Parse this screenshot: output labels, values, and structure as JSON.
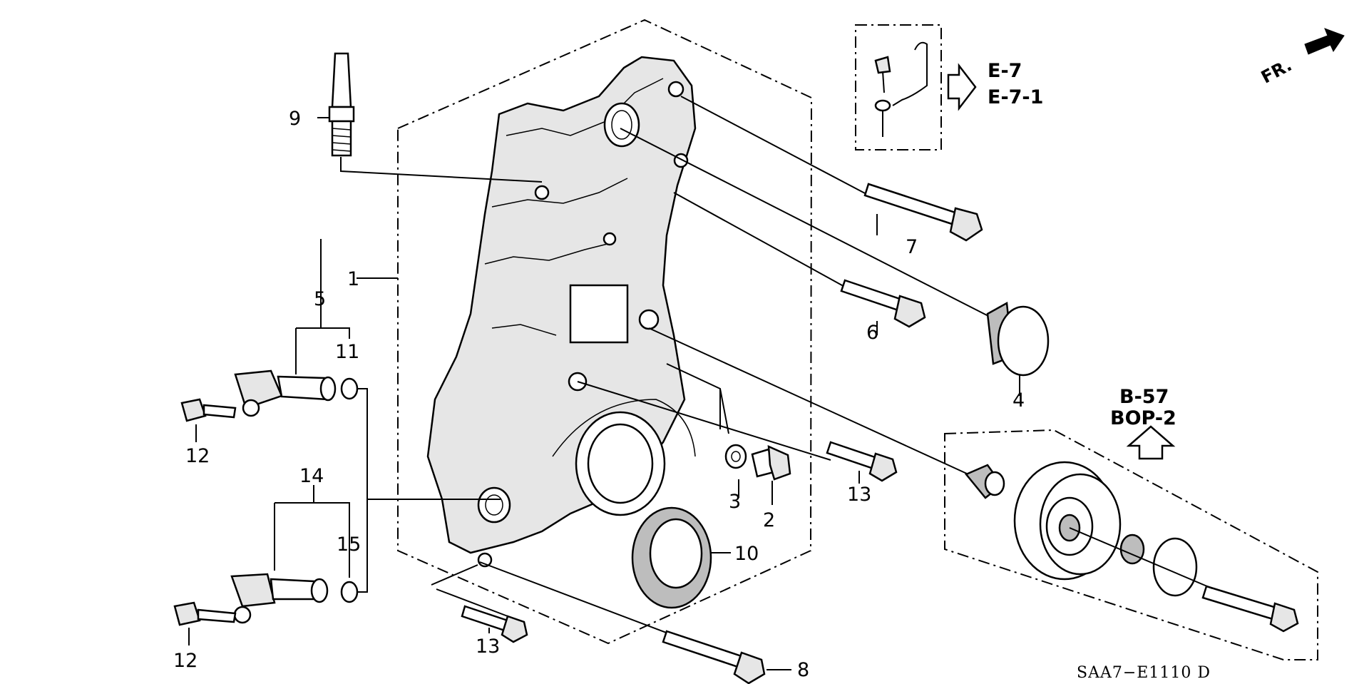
{
  "callouts": {
    "c1": "1",
    "c2": "2",
    "c3": "3",
    "c4": "4",
    "c5": "5",
    "c6": "6",
    "c7": "7",
    "c8": "8",
    "c9": "9",
    "c10": "10",
    "c11": "11",
    "c12a": "12",
    "c12b": "12",
    "c13a": "13",
    "c13b": "13",
    "c14": "14",
    "c15": "15"
  },
  "references": {
    "e7": "E-7",
    "e71": "E-7-1",
    "b57": "B-57",
    "bop2": "BOP-2"
  },
  "direction_label": "FR.",
  "diagram_code": "SAA7−E1110 D"
}
